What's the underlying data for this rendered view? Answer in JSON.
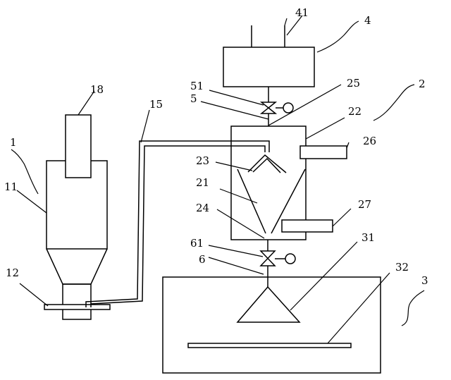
{
  "labels": {
    "l1": "1",
    "l11": "11",
    "l12": "12",
    "l18": "18",
    "l15": "15",
    "l2": "2",
    "l21": "21",
    "l22": "22",
    "l23": "23",
    "l24": "24",
    "l25": "25",
    "l26": "26",
    "l27": "27",
    "l3": "3",
    "l31": "31",
    "l32": "32",
    "l4": "4",
    "l41": "41",
    "l5": "5",
    "l51": "51",
    "l6": "6",
    "l61": "61"
  }
}
